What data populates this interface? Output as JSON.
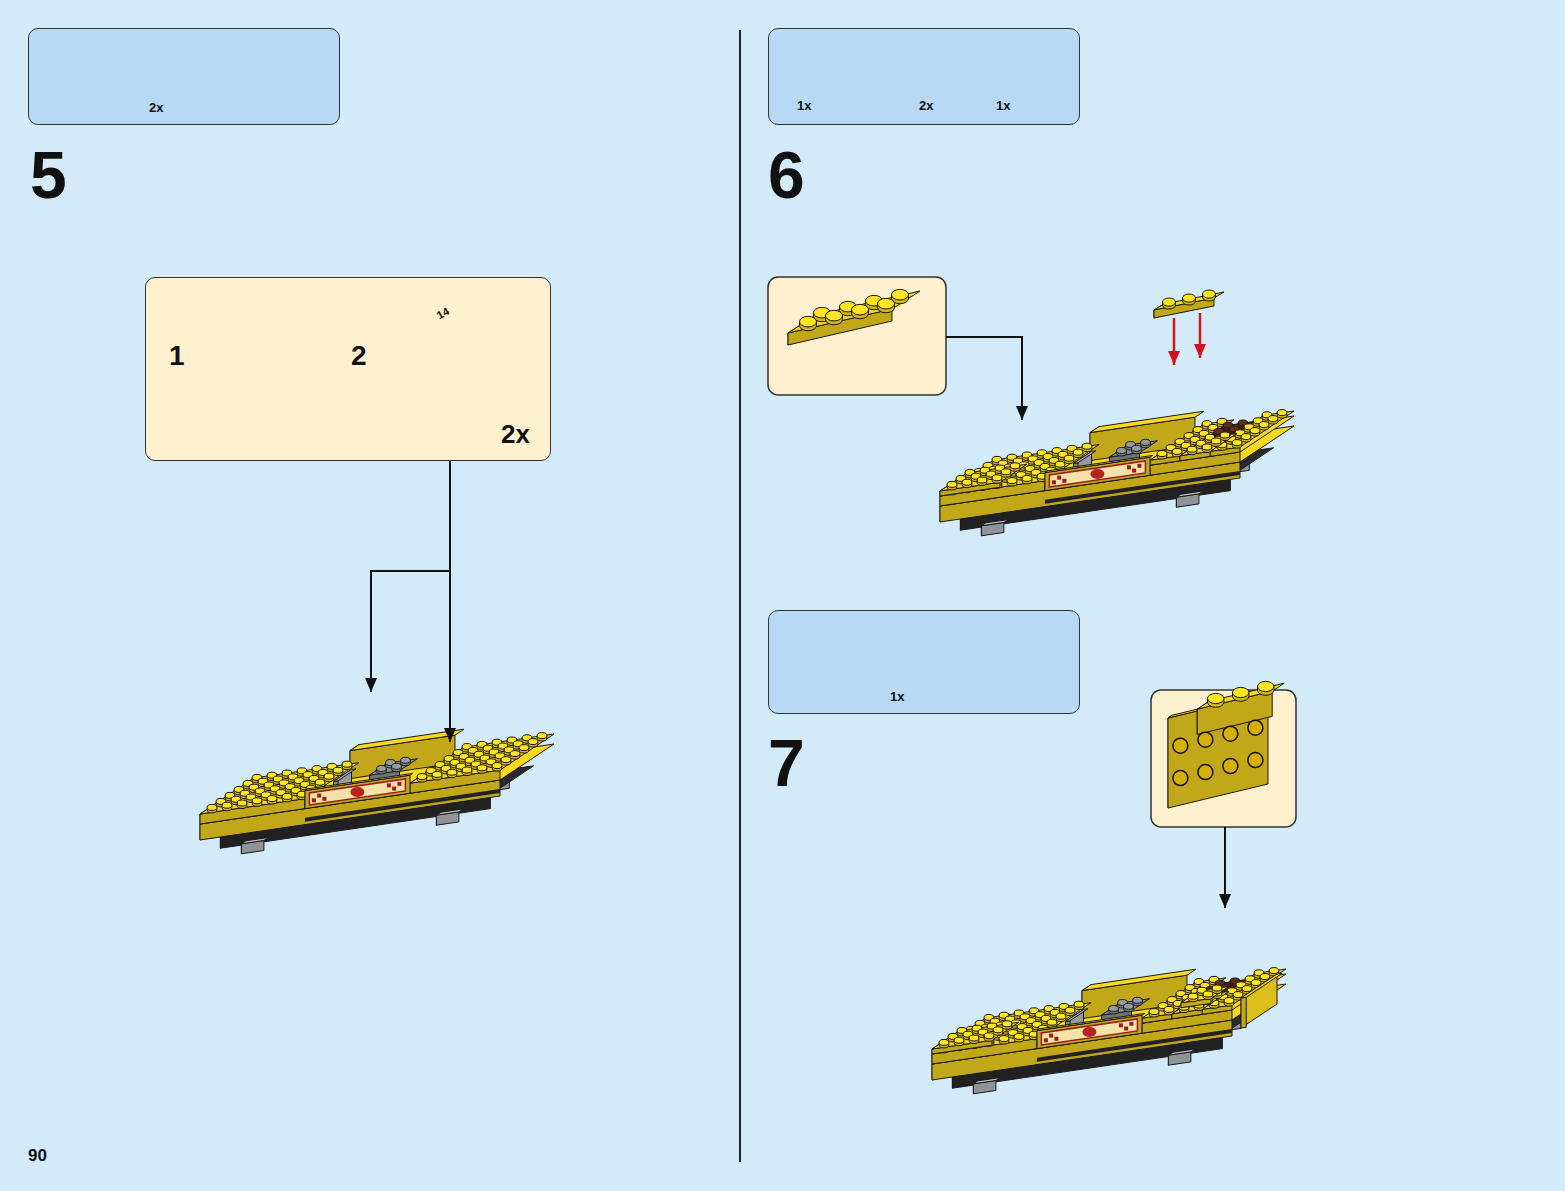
{
  "diagram": {
    "nodes": [
      {
        "text": [
          "2x"
        ]
      },
      {
        "text": [
          "1",
          "2",
          "2x"
        ]
      },
      {
        "text": [
          "1x",
          "2x",
          "1x"
        ]
      },
      {
        "text": [
          "1x"
        ]
      }
    ],
    "labels": [
      "5",
      "14",
      "6",
      "7",
      "90"
    ]
  }
}
